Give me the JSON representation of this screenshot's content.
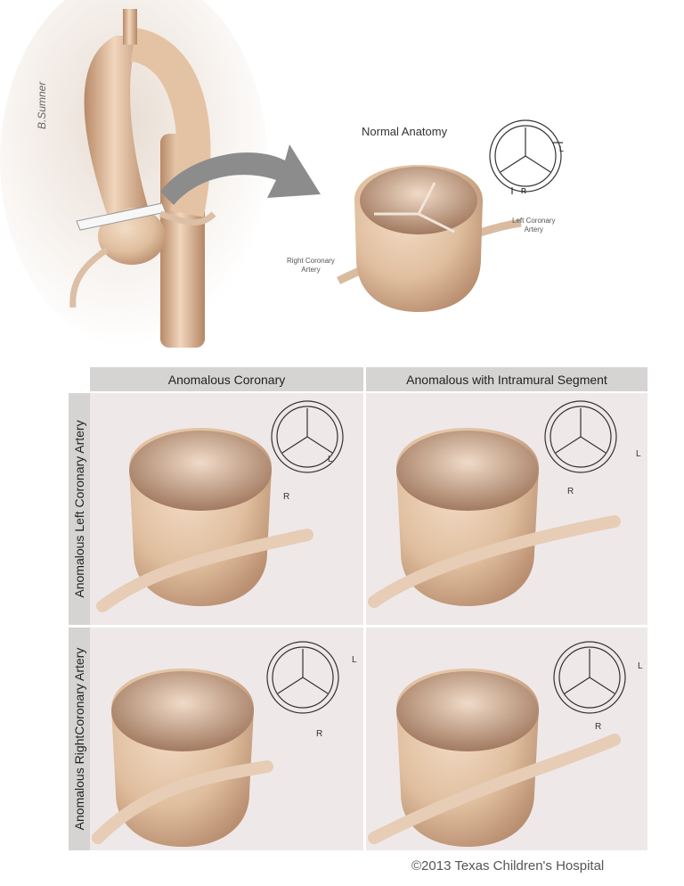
{
  "normal_anatomy": {
    "title": "Normal Anatomy",
    "left_coronary_label": "Left Coronary\nArtery",
    "right_coronary_label": "Right Coronary\nArtery",
    "schematic_L": "L",
    "schematic_R": "R"
  },
  "signature": "B.Sumner",
  "table": {
    "columns": [
      "Anomalous Coronary",
      "Anomalous with Intramural Segment"
    ],
    "rows": [
      "Anomalous Left Coronary Artery",
      "Anomalous RightCoronary Artery"
    ],
    "schematic_labels": {
      "left": "L",
      "right": "R"
    }
  },
  "copyright": "©2013 Texas Children's Hospital",
  "colors": {
    "header_gray": "#d6d3d3",
    "panel_bg": "#efe8e8",
    "tissue": "#e3c2a4",
    "tissue_shadow": "#b48b6d"
  }
}
